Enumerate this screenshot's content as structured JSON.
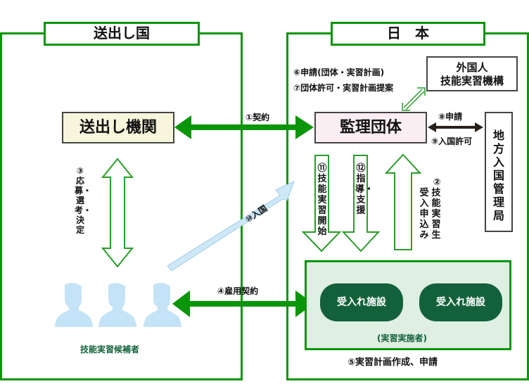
{
  "colors": {
    "region_border": "#0a950a",
    "contract_arrow": "#0a950a",
    "outline_arrow": "#2a9d2a",
    "entry_arrow": "#cfe8f7",
    "person_icon": "#c4e3f6",
    "sending_org_fill": "#f7f5dc",
    "supervising_org_fill": "#fbeef2",
    "facility_area_fill": "#dfefe1",
    "facility_pill": "#13613a",
    "candidate_label": "#13613a"
  },
  "sending_country": {
    "title": "送出し国",
    "sending_org": "送出し機関",
    "step3_label": "③応募・選考・決定",
    "candidates_label": "技能実習候補者"
  },
  "japan": {
    "title": "日　本",
    "otit": "外国人\n技能実習機構",
    "otit_line1": "外国人",
    "otit_line2": "技能実習機構",
    "supervising_org": "監理団体",
    "immigration_bureau": "地方入国管理局",
    "step6": "⑥申請(団体・実習計画)",
    "step7": "⑦団体許可・実習計画提案",
    "step8": "⑧申請",
    "step9": "⑨入国許可",
    "step11": "⑪技能実習開始",
    "step12": "⑫指導・支援",
    "step2_line1": "②",
    "step2_col1": "受入申込み",
    "step2_col2": "技能実習生",
    "facility_1": "受入れ施設",
    "facility_2": "受入れ施設",
    "implementer_label": "(実習実施者)",
    "step5": "⑤実習計画作成、申請"
  },
  "connectors": {
    "step1": "①契約",
    "step4": "④雇用契約",
    "step10": "⑩入国"
  }
}
